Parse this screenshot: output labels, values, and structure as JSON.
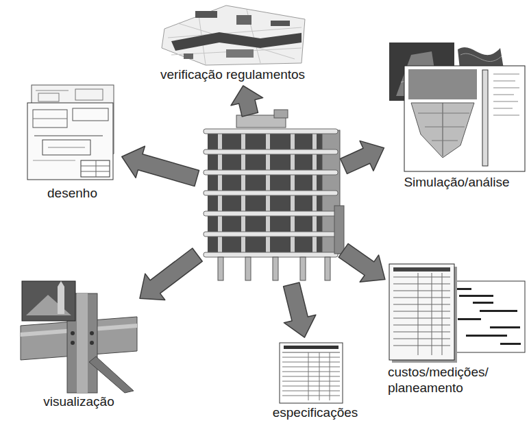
{
  "diagram": {
    "nodes": [
      {
        "text": [
          "verificação regulamentos"
        ]
      },
      {
        "text": [
          "desenho"
        ]
      },
      {
        "text": []
      },
      {
        "text": [
          "Simulação/análise"
        ]
      },
      {
        "text": [
          "custos/medições/ planeamento"
        ]
      },
      {
        "text": [
          "visualização"
        ]
      },
      {
        "text": [
          "especificações"
        ]
      }
    ],
    "edges": [
      {
        "from": 2,
        "to": 0,
        "arrow": "to"
      },
      {
        "from": 2,
        "to": 1,
        "arrow": "to"
      },
      {
        "from": 2,
        "to": 3,
        "arrow": "to"
      },
      {
        "from": 2,
        "to": 4,
        "arrow": "to"
      },
      {
        "from": 2,
        "to": 5,
        "arrow": "to"
      },
      {
        "from": 2,
        "to": 6,
        "arrow": "to"
      }
    ]
  }
}
